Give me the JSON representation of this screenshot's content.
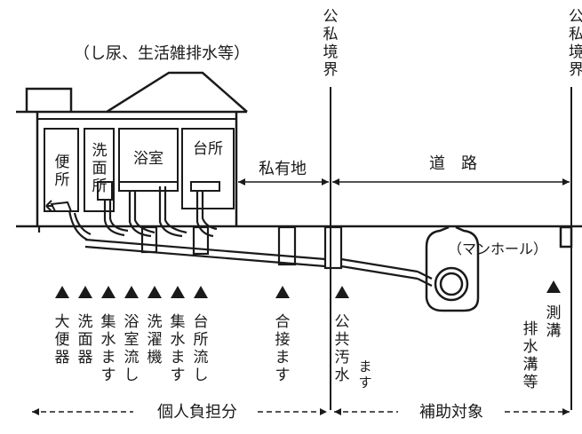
{
  "header": {
    "note": "（し尿、生活雑排水等）",
    "boundary_left": [
      "公",
      "私",
      "境",
      "界"
    ],
    "boundary_right": [
      "公",
      "私",
      "境",
      "界"
    ]
  },
  "house": {
    "rooms": [
      {
        "id": "toilet",
        "text": [
          "便",
          "所"
        ]
      },
      {
        "id": "washroom",
        "text": [
          "洗",
          "面",
          "所"
        ]
      },
      {
        "id": "bathroom",
        "text": "浴室"
      },
      {
        "id": "kitchen",
        "text": "台所"
      }
    ]
  },
  "zones": {
    "private_land": "私有地",
    "road": "道　路",
    "manhole": "（マンホール）"
  },
  "fixtures": [
    {
      "id": "toilet-bowl",
      "label": [
        "大",
        "便",
        "器"
      ]
    },
    {
      "id": "wash-basin",
      "label": [
        "洗",
        "面",
        "器"
      ]
    },
    {
      "id": "collection-basin-1",
      "label": [
        "集",
        "水",
        "ま",
        "す"
      ]
    },
    {
      "id": "bath-drain",
      "label": [
        "浴",
        "室",
        "流",
        "し"
      ]
    },
    {
      "id": "washing-machine",
      "label": [
        "洗",
        "濯",
        "機"
      ]
    },
    {
      "id": "collection-basin-2",
      "label": [
        "集",
        "水",
        "ま",
        "す"
      ]
    },
    {
      "id": "kitchen-sink",
      "label": [
        "台",
        "所",
        "流",
        "し"
      ]
    },
    {
      "id": "junction-basin",
      "label": [
        "合",
        "接",
        "ま",
        "す"
      ]
    },
    {
      "id": "public-sewer-basin",
      "label": [
        "公",
        "共",
        "汚",
        "水"
      ],
      "label2": [
        "ま",
        "す"
      ]
    },
    {
      "id": "gutter",
      "label": [
        "排",
        "水",
        "溝",
        "等"
      ],
      "label2": [
        "測",
        "溝"
      ]
    }
  ],
  "footer": {
    "individual": "個人負担分",
    "subsidy": "補助対象"
  }
}
